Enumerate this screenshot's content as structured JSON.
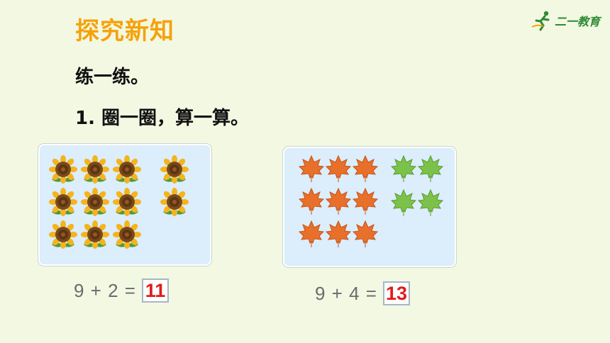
{
  "header": {
    "title": "探究新知",
    "logo_text": "二一教育",
    "logo_icon": "runner-logo-icon"
  },
  "section": {
    "subtitle": "练一练。",
    "question": "1. 圈一圈，算一算。"
  },
  "left_panel": {
    "item_icon": "sunflower-icon",
    "equation": "9 + 2 =",
    "answer": "11"
  },
  "right_panel": {
    "item_icon": "maple-leaf-icon",
    "equation": "9 + 4 =",
    "answer": "13"
  },
  "colors": {
    "title": "#f5a20a",
    "answer": "#e21a1a",
    "orange_leaf": "#e8702a",
    "green_leaf": "#7cc24a",
    "panel_bg": "#dcedfb"
  }
}
